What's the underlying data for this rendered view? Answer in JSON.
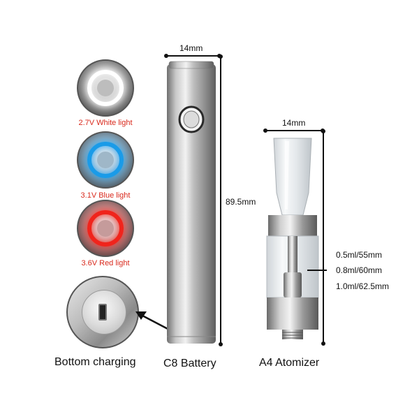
{
  "lights": [
    {
      "label": "2.7V White light",
      "color": "#d9291c"
    },
    {
      "label": "3.1V Blue light",
      "color": "#d9291c"
    },
    {
      "label": "3.6V Red light",
      "color": "#d9291c"
    }
  ],
  "labels": {
    "bottom_charging": "Bottom charging",
    "battery": "C8 Battery",
    "atomizer": "A4 Atomizer"
  },
  "dimensions": {
    "battery_width": "14mm",
    "battery_length": "89.5mm",
    "atomizer_width": "14mm",
    "capacities": [
      "0.5ml/55mm",
      "0.8ml/60mm",
      "1.0ml/62.5mm"
    ]
  },
  "icons": {
    "battery": "battery-icon",
    "atomizer": "atomizer-icon",
    "charging_port": "usb-port-icon",
    "arrow": "arrow-icon"
  }
}
